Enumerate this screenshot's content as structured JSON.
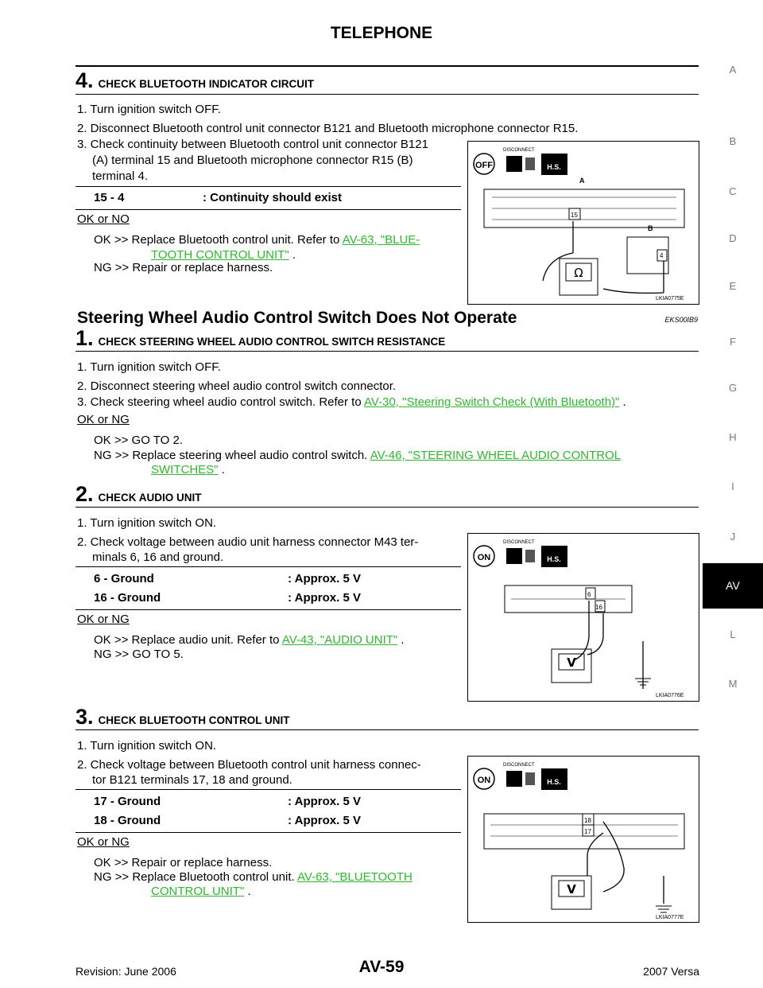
{
  "header": {
    "title": "TELEPHONE"
  },
  "side_tabs": [
    "A",
    "B",
    "C",
    "D",
    "E",
    "F",
    "G",
    "H",
    "I",
    "J",
    "AV",
    "L",
    "M"
  ],
  "step4": {
    "num": "4.",
    "title": "CHECK BLUETOOTH INDICATOR CIRCUIT",
    "s1": "1. Turn ignition switch OFF.",
    "s2": "2. Disconnect Bluetooth control unit connector B121 and Bluetooth microphone connector R15.",
    "s3a": "3. Check continuity between Bluetooth control unit connector B121",
    "s3b": "(A) terminal 15 and Bluetooth microphone connector R15 (B)",
    "s3c": "terminal 4.",
    "spec_left": "15 - 4",
    "spec_right": ": Continuity should exist",
    "oknoLabel": "OK or NO",
    "ok_a": "OK >> Replace Bluetooth control unit. Refer to",
    "ok_link1": "AV-63, \"BLUE-",
    "ok_link2": "TOOTH CONTROL UNIT\"",
    "ok_end": ".",
    "ng": "NG >> Repair or replace harness.",
    "fig": {
      "code": "LKIA0775E",
      "a": "A",
      "b": "B",
      "t15": "15",
      "t4": "4",
      "disc": "DISCONNECT",
      "off": "OFF",
      "hs": "H.S.",
      "meter": "Ω"
    }
  },
  "section": {
    "title": "Steering Wheel Audio Control Switch Does Not Operate",
    "code": "EKS00IB9"
  },
  "sstep1": {
    "num": "1.",
    "title": "CHECK STEERING WHEEL AUDIO CONTROL SWITCH RESISTANCE",
    "s1": "1. Turn ignition switch OFF.",
    "s2": "2. Disconnect steering wheel audio control switch connector.",
    "s3": "3. Check steering wheel audio control switch. Refer to",
    "s3_link": "AV-30, \"Steering Switch Check (With Bluetooth)\"",
    "s3_end": ".",
    "okng": "OK or NG",
    "ok": "OK >> GO TO 2.",
    "ng_a": "NG >> Replace steering wheel audio control switch.",
    "ng_link1": "AV-46, \"STEERING WHEEL AUDIO CONTROL",
    "ng_link2": "SWITCHES\"",
    "ng_end": "."
  },
  "sstep2": {
    "num": "2.",
    "title": "CHECK AUDIO UNIT",
    "s1": "1. Turn ignition switch ON.",
    "s2a": "2. Check voltage between audio unit harness connector M43 ter-",
    "s2b": "minals 6, 16 and ground.",
    "spec1_l": "6 - Ground",
    "spec1_r": ": Approx. 5 V",
    "spec2_l": "16 - Ground",
    "spec2_r": ": Approx. 5 V",
    "okng": "OK or NG",
    "ok_a": "OK >> Replace audio unit. Refer to",
    "ok_link": "AV-43, \"AUDIO UNIT\"",
    "ok_end": ".",
    "ng": "NG >> GO TO 5.",
    "fig": {
      "code": "LKIA0776E",
      "t6": "6",
      "t16": "16",
      "disc": "DISCONNECT",
      "on": "ON",
      "hs": "H.S.",
      "meter": "V"
    }
  },
  "sstep3": {
    "num": "3.",
    "title": "CHECK BLUETOOTH CONTROL UNIT",
    "s1": "1. Turn ignition switch ON.",
    "s2a": "2. Check voltage between Bluetooth control unit harness connec-",
    "s2b": "tor B121 terminals 17, 18 and ground.",
    "spec1_l": "17 - Ground",
    "spec1_r": ": Approx. 5 V",
    "spec2_l": "18 - Ground",
    "spec2_r": ": Approx. 5 V",
    "okng": "OK or NG",
    "ok": "OK >> Repair or replace harness.",
    "ng_a": "NG >> Replace Bluetooth control unit.",
    "ng_link1": "AV-63, \"BLUETOOTH",
    "ng_link2": "CONTROL UNIT\"",
    "ng_end": ".",
    "fig": {
      "code": "LKIA0777E",
      "t18": "18",
      "t17": "17",
      "disc": "DISCONNECT",
      "on": "ON",
      "hs": "H.S.",
      "meter": "V"
    }
  },
  "footer": {
    "left": "Revision: June 2006",
    "center": "AV-59",
    "right": "2007 Versa"
  }
}
